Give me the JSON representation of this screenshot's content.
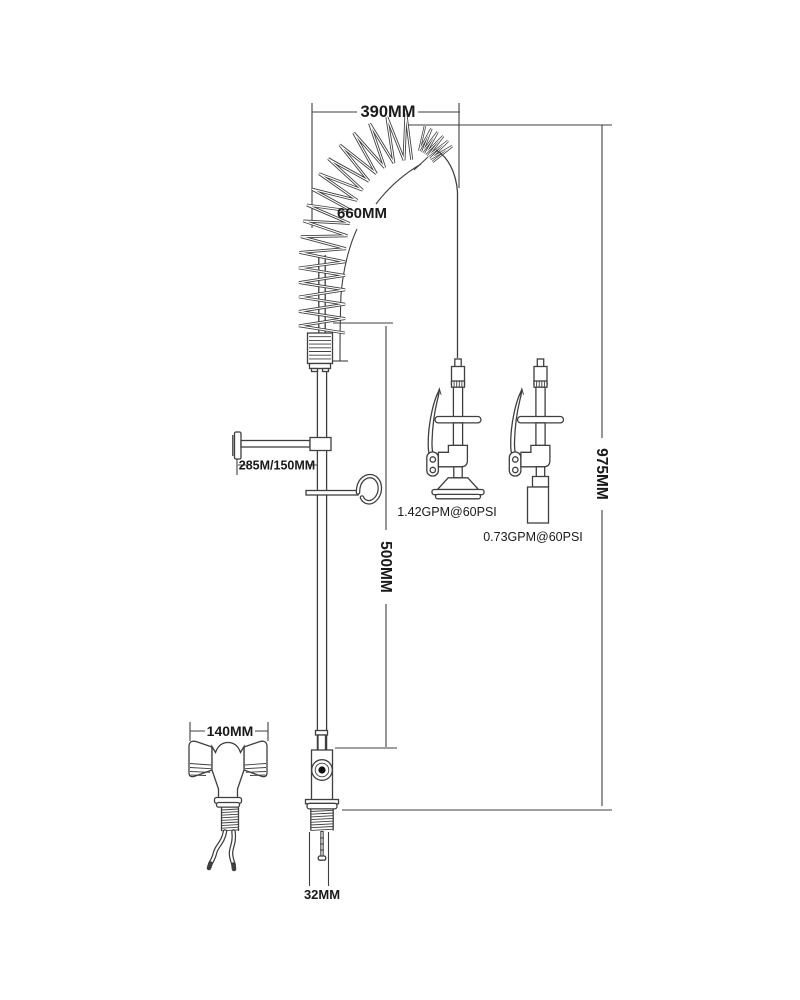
{
  "diagram": {
    "dimensions": {
      "arc_width": "390MM",
      "hose_length": "660MM",
      "overall_height": "975MM",
      "riser_height": "500MM",
      "wall_bracket": "285M/150MM",
      "handle_width": "140MM",
      "shank_diameter": "32MM"
    },
    "flow": {
      "spray_valve": "1.42GPM@60PSI",
      "low_flow_nozzle": "0.73GPM@60PSI"
    },
    "colors": {
      "line": "#3f3f3f",
      "text": "#1a1a1a",
      "background": "#ffffff"
    }
  }
}
